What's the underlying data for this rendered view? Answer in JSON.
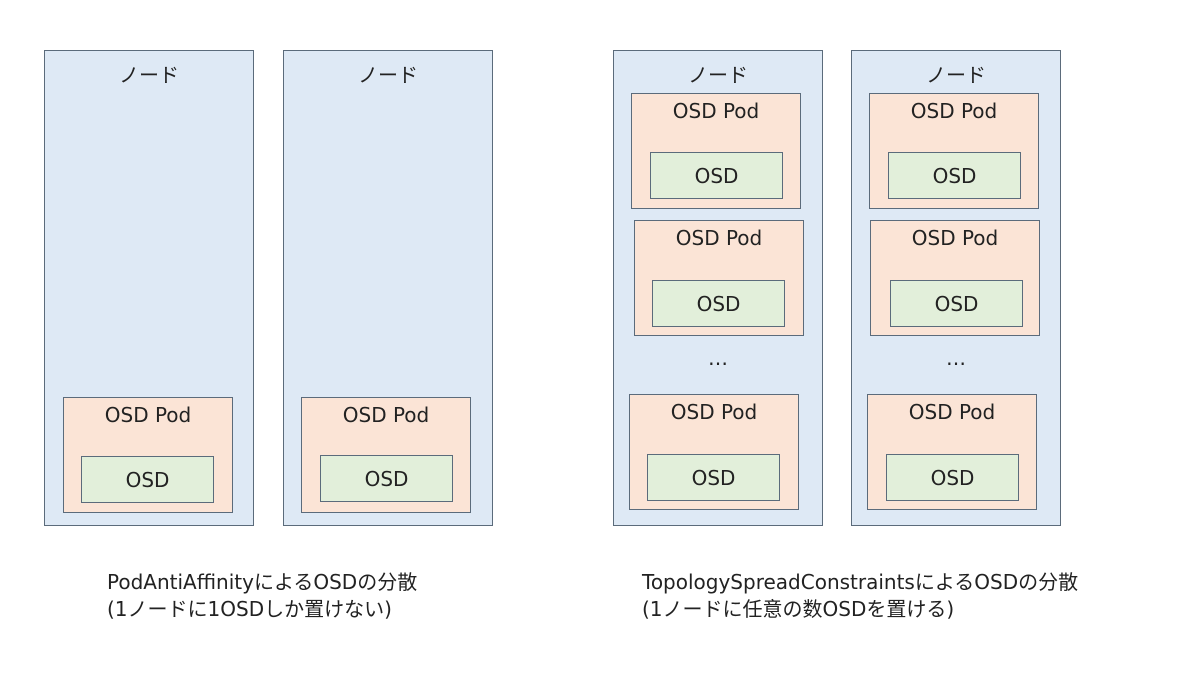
{
  "node_label": "ノード",
  "pod_label": "OSD Pod",
  "osd_label": "OSD",
  "ellipsis": "…",
  "left_caption": {
    "line1": "PodAntiAffinityによるOSDの分散",
    "line2": "(1ノードに1OSDしか置けない)"
  },
  "right_caption": {
    "line1": "TopologySpreadConstraintsによるOSDの分散",
    "line2": "(1ノードに任意の数OSDを置ける)"
  },
  "colors": {
    "node": "#dee9f5",
    "pod": "#fbe4d6",
    "osd": "#e2efda",
    "border": "#5b6b7b"
  }
}
